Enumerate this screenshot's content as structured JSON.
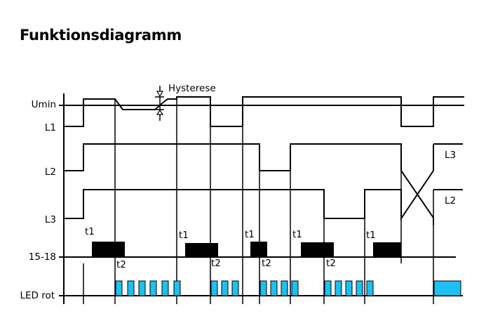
{
  "title": "Funktionsdiagramm",
  "rows": {
    "umin": "Umin",
    "l1": "L1",
    "l2": "L2",
    "l3": "L3",
    "relay": "15-18",
    "led": "LED rot"
  },
  "hysteresis_label": "Hysterese",
  "timer_labels": {
    "t1": "t1",
    "t2": "t2"
  },
  "crossover_labels": {
    "upper": "L3",
    "lower": "L2"
  },
  "colors": {
    "signal": "#000000",
    "relay_block": "#000000",
    "led_pulse": "#1ec0f0"
  }
}
